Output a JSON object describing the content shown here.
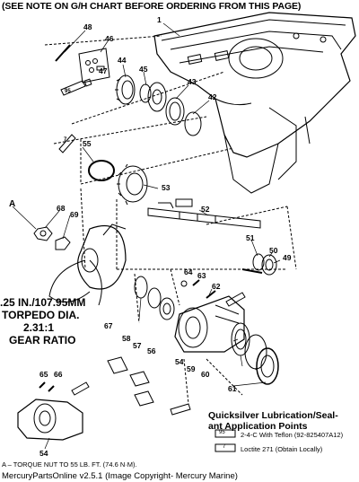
{
  "header_note": "(SEE NOTE ON G/H CHART BEFORE ORDERING FROM THIS PAGE)",
  "spec": {
    "line1": ".25 IN./107.95MM",
    "line2": "TORPEDO DIA.",
    "line3": "2.31:1",
    "line4": "GEAR RATIO"
  },
  "lube_legend": {
    "title_line1": "Quicksilver Lubrication/Seal-",
    "title_line2": "ant Application Points",
    "items": [
      {
        "code": "95",
        "text": "2-4-C With Teflon (92-825407A12)"
      },
      {
        "code": "7",
        "text": "Loctite 271 (Obtain Locally)"
      }
    ]
  },
  "torque_note": "A – TORQUE NUT TO 55 LB. FT. (74.6 N·M).",
  "footer": "MercuryPartsOnline v2.5.1 (Image Copyright- Mercury Marine)",
  "callouts": {
    "c1": "1",
    "c48": "48",
    "c46": "46",
    "c47": "47",
    "c44": "44",
    "c45": "45",
    "c43": "43",
    "c42": "42",
    "c55": "55",
    "c53": "53",
    "c52": "52",
    "cA": "A",
    "c68": "68",
    "c69": "69",
    "c51": "51",
    "c50": "50",
    "c49": "49",
    "c64": "64",
    "c63": "63",
    "c62": "62",
    "c67": "67",
    "c58": "58",
    "c57": "57",
    "c56": "56",
    "c54": "54",
    "c59": "59",
    "c60": "60",
    "c61": "61",
    "c65": "65",
    "c66": "66",
    "c54b": "54"
  },
  "lube_marks": {
    "code95": "95",
    "code7": "7"
  }
}
